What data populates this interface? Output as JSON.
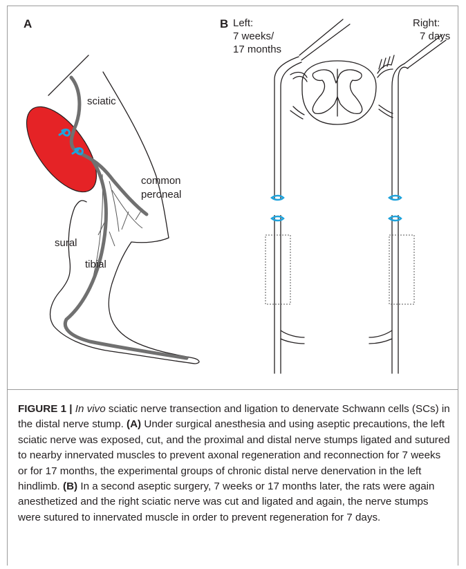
{
  "panel_a": {
    "letter": "A",
    "labels": {
      "sciatic": "sciatic",
      "common": "common",
      "peroneal": "peroneal",
      "sural": "sural",
      "tibial": "tibial"
    }
  },
  "panel_b": {
    "letter": "B",
    "left_label": [
      "Left:",
      "7 weeks/",
      "17 months"
    ],
    "right_label": [
      "Right:",
      "7 days"
    ]
  },
  "caption": {
    "figure_label": "FIGURE 1 |",
    "invivo": "In vivo",
    "intro": "sciatic nerve transection and ligation to denervate Schwann cells (SCs) in the distal nerve stump.",
    "a_label": "(A)",
    "a_text": "Under surgical anesthesia and using aseptic precautions, the left sciatic nerve was exposed, cut, and the proximal and distal nerve stumps ligated and sutured to nearby innervated muscles to prevent axonal regeneration and reconnection for 7 weeks or for 17 months, the experimental groups of chronic distal nerve denervation in the left hindlimb.",
    "b_label": "(B)",
    "b_text": "In a second aseptic surgery, 7 weeks or 17 months later, the rats were again anesthetized and the right sciatic nerve was cut and ligated and again, the nerve stumps were sutured to innervated muscle in order to prevent regeneration for 7 days."
  },
  "colors": {
    "muscle": "#e52326",
    "nerve": "#707070",
    "ligature": "#1fa3dc",
    "line": "#231f20"
  }
}
